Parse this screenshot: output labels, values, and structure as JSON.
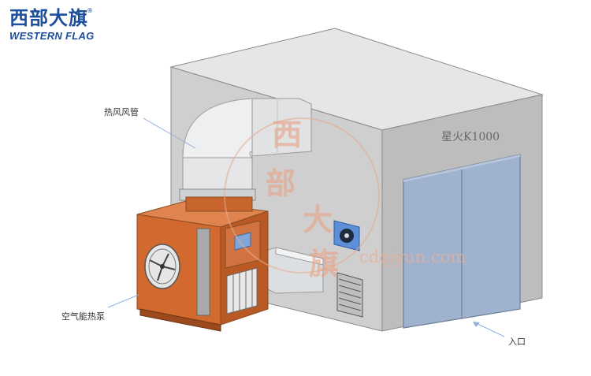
{
  "brand": {
    "name_cn": "西部大旗",
    "name_en": "WESTERN FLAG",
    "registered_mark": "®"
  },
  "callouts": {
    "hot_air_duct": "热风风管",
    "heat_pump": "空气能热泵",
    "entrance": "入口"
  },
  "room_model": "星火K1000",
  "watermark": {
    "characters": [
      "西",
      "部",
      "大",
      "旗"
    ],
    "url": "cdqiyun.com"
  },
  "colors": {
    "brand_blue": "#1b4f9c",
    "room_front": "#cfcfcf",
    "room_side": "#bdbdbd",
    "room_top": "#e6e6e6",
    "door": "#9fb3cf",
    "heat_pump": "#d2692f",
    "duct": "#e8eaec",
    "callout_line": "#8fb0d8"
  }
}
